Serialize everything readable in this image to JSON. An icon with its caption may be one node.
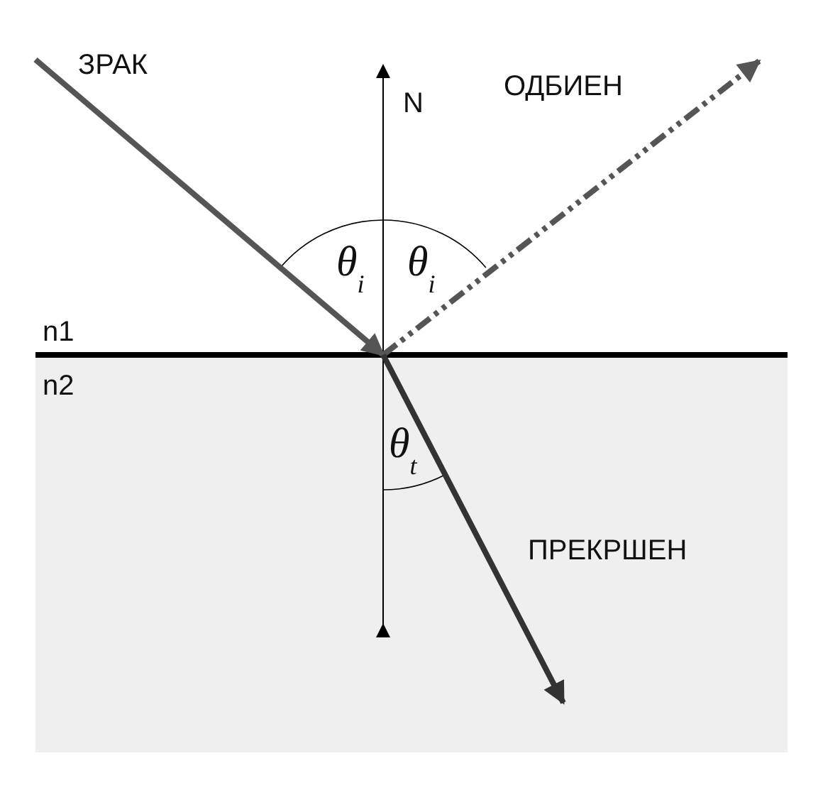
{
  "diagram": {
    "labels": [
      "ЗРАК",
      "N",
      "ОДБИЕН",
      "θ$_{i}$",
      "θ$_{i}$",
      "n1",
      "n2",
      "θ$_{t}$",
      "ПРЕКРШЕН"
    ]
  }
}
